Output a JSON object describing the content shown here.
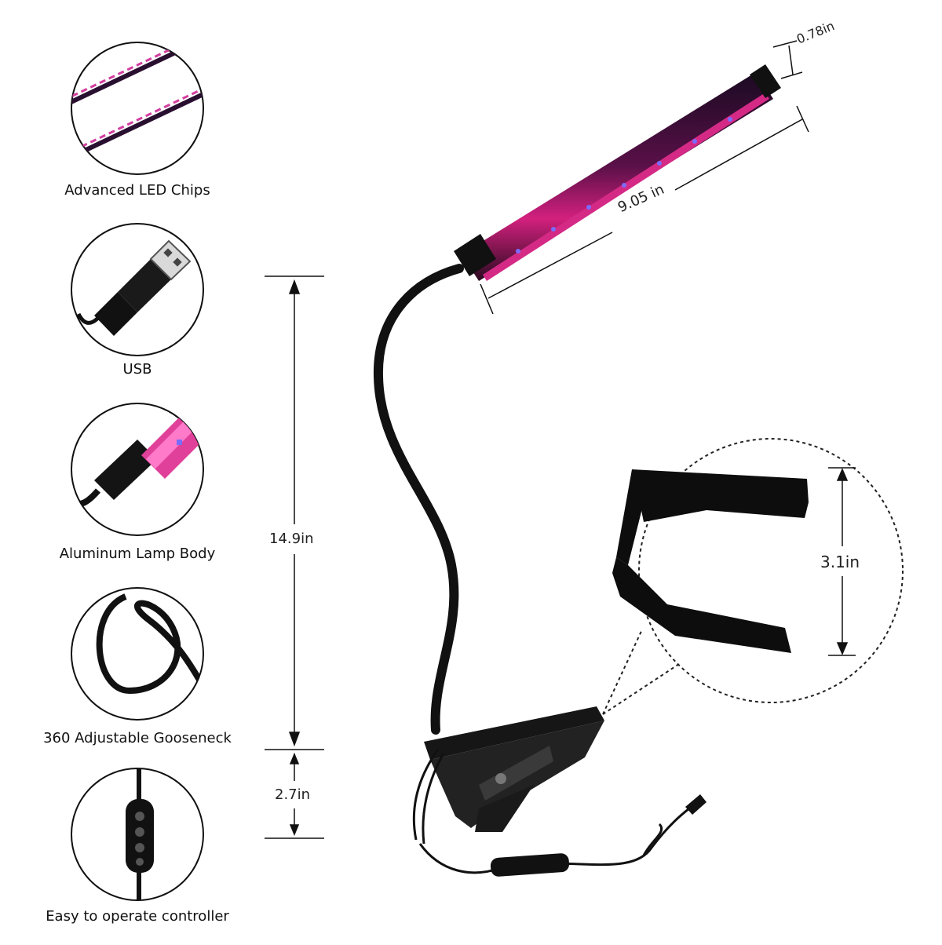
{
  "features": [
    {
      "label": "Advanced LED Chips",
      "icon": "led-strip-icon"
    },
    {
      "label": "USB",
      "icon": "usb-plug-icon"
    },
    {
      "label": "Aluminum Lamp Body",
      "icon": "lamp-body-icon"
    },
    {
      "label": "360 Adjustable Gooseneck",
      "icon": "gooseneck-icon"
    },
    {
      "label": "Easy to operate controller",
      "icon": "controller-icon"
    }
  ],
  "dimensions": {
    "bar_diameter": "0.78in",
    "bar_length": "9.05 in",
    "gooseneck_height": "14.9in",
    "clip_height": "2.7in",
    "clip_opening": "3.1in"
  },
  "colors": {
    "led_light": "#c81e8a",
    "led_dot": "#6a5cff",
    "body": "#111111"
  }
}
